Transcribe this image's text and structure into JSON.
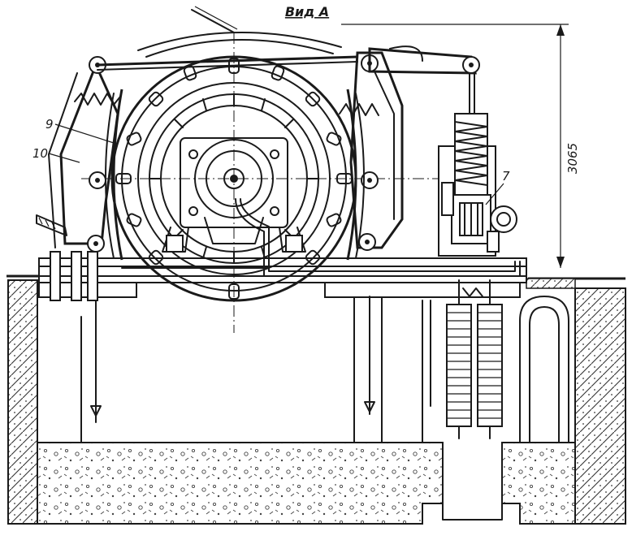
{
  "drawing": {
    "view_title": "Вид А",
    "height_dimension": "3065",
    "callouts": [
      "9",
      "10",
      "7"
    ]
  },
  "colors": {
    "ink": "#1a1a1a",
    "paper": "#ffffff",
    "concrete_hatch": "#6b6b6b"
  }
}
